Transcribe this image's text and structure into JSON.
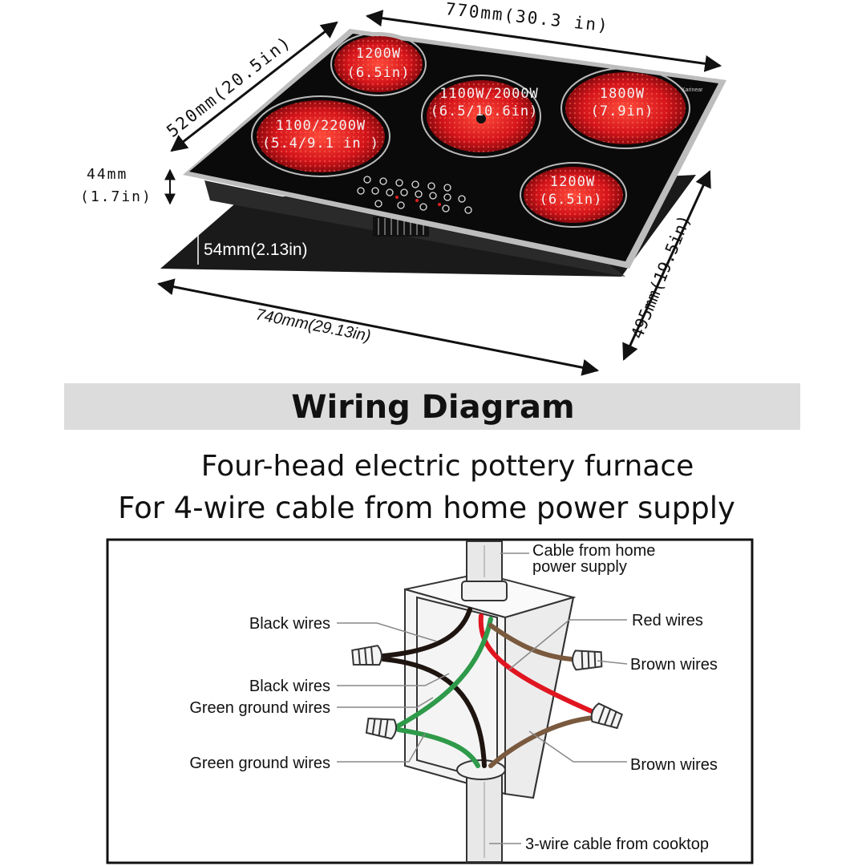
{
  "dimensions": {
    "top_width": "770mm(30.3 in)",
    "top_depth": "520mm(20.5in)",
    "thickness_mm": "44mm",
    "thickness_in": "(1.7in)",
    "cutout_height": "54mm(2.13in)",
    "cutout_width": "740mm(29.13in)",
    "cutout_depth": "495mm(19.5in)"
  },
  "burners": [
    {
      "power": "1200W",
      "size": "(6.5in)"
    },
    {
      "power": "1100/2200W",
      "size": "(5.4/9.1 in )"
    },
    {
      "power": "1100W/2000W",
      "size": "(6.5/10.6in)"
    },
    {
      "power": "1800W",
      "size": "(7.9in)"
    },
    {
      "power": "1200W",
      "size": "(6.5in)"
    }
  ],
  "brand_mark": "Karinear",
  "section_title": "Wiring Diagram",
  "subtitle_1": "Four-head electric pottery furnace",
  "subtitle_2": "For 4-wire cable from home power supply",
  "wiring_labels": {
    "cable_home_1": "Cable from home",
    "cable_home_2": "power supply",
    "black_wires_1": "Black wires",
    "black_wires_2": "Black wires",
    "green_ground_1": "Green ground wires",
    "green_ground_2": "Green  ground wires",
    "red_wires": "Red  wires",
    "brown_wires_1": "Brown wires",
    "brown_wires_2": "Brown wires",
    "cooktop_cable": "3-wire cable from cooktop"
  },
  "colors": {
    "glass": "#0a0a0a",
    "burner_red": "#d4141b",
    "wire_black": "#1e1410",
    "wire_red": "#e01520",
    "wire_green": "#2e9a4a",
    "wire_brown": "#7a5a3e",
    "title_band": "#dcdcdc"
  }
}
